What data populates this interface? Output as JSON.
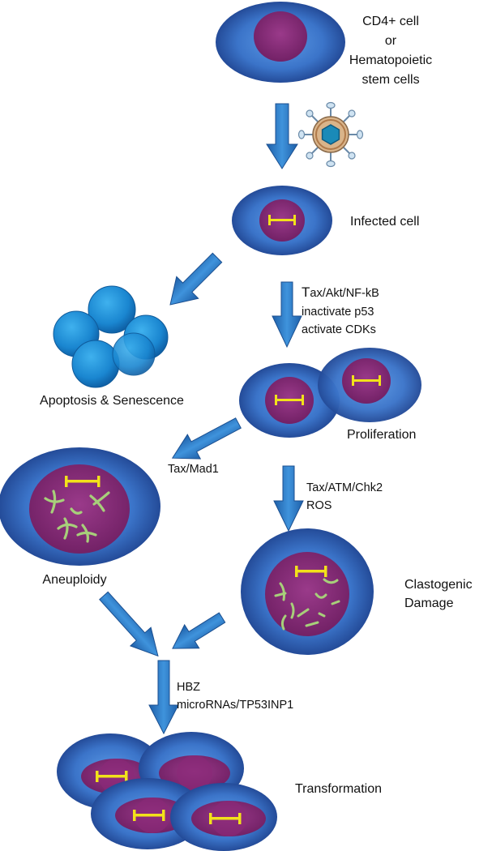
{
  "labels": {
    "start_line1": "CD4+ cell",
    "start_line2": "or",
    "start_line3": "Hematopoietic",
    "start_line4": "stem cells",
    "infected": "Infected cell",
    "pathway1_line1_cap": "T",
    "pathway1_line1_rest": "ax/Akt/NF-kB",
    "pathway1_line2": "inactivate p53",
    "pathway1_line3": "activate CDKs",
    "apoptosis": "Apoptosis & Senescence",
    "proliferation": "Proliferation",
    "mad1": "Tax/Mad1",
    "atm_line1": "Tax/ATM/Chk2",
    "atm_line2": "ROS",
    "aneuploidy": "Aneuploidy",
    "clastogenic_line1": "Clastogenic",
    "clastogenic_line2": "Damage",
    "hbz_line1": "HBZ",
    "hbz_line2": "microRNAs/TP53INP1",
    "transformation": "Transformation"
  },
  "colors": {
    "cell_rim": "#1f4f9a",
    "cell_core": "#4a86d6",
    "nucleus": "#8a2a78",
    "arrow": "#2f7fc8",
    "chromatid": "#f2e21a",
    "chromosome": "#a7cf7a"
  },
  "icons": {
    "virus": "virus-icon",
    "arrow": "down-arrow"
  }
}
